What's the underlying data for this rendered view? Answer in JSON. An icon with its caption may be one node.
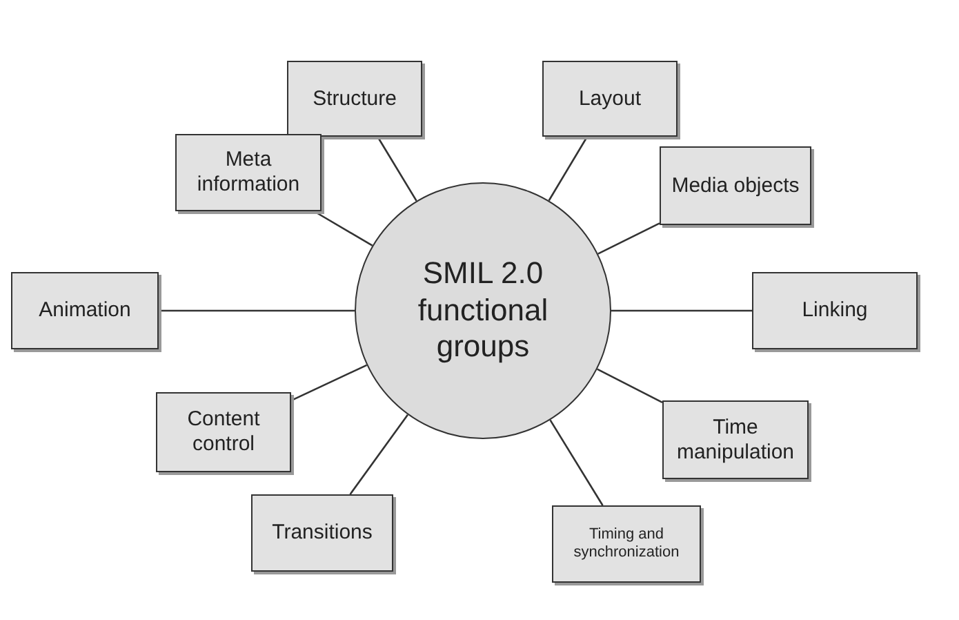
{
  "diagram": {
    "nodes": [
      {
        "text": [
          "Structure"
        ]
      },
      {
        "text": [
          "Layout"
        ]
      },
      {
        "text": [
          "Meta information"
        ]
      },
      {
        "text": [
          "Media objects"
        ]
      },
      {
        "text": [
          "SMIL 2.0 functional groups"
        ]
      },
      {
        "text": [
          "Animation"
        ]
      },
      {
        "text": [
          "Linking"
        ]
      },
      {
        "text": [
          "Content control"
        ]
      },
      {
        "text": [
          "Time manipulation"
        ]
      },
      {
        "text": [
          "Transitions"
        ]
      },
      {
        "text": [
          "Timing and synchronization"
        ]
      }
    ],
    "edges": [
      {
        "from": 4,
        "to": 0,
        "arrow": "none"
      },
      {
        "from": 4,
        "to": 1,
        "arrow": "none"
      },
      {
        "from": 4,
        "to": 2,
        "arrow": "none"
      },
      {
        "from": 4,
        "to": 3,
        "arrow": "none"
      },
      {
        "from": 4,
        "to": 5,
        "arrow": "none"
      },
      {
        "from": 4,
        "to": 6,
        "arrow": "none"
      },
      {
        "from": 4,
        "to": 7,
        "arrow": "none"
      },
      {
        "from": 4,
        "to": 8,
        "arrow": "none"
      },
      {
        "from": 4,
        "to": 9,
        "arrow": "none"
      },
      {
        "from": 4,
        "to": 10,
        "arrow": "none"
      }
    ]
  }
}
